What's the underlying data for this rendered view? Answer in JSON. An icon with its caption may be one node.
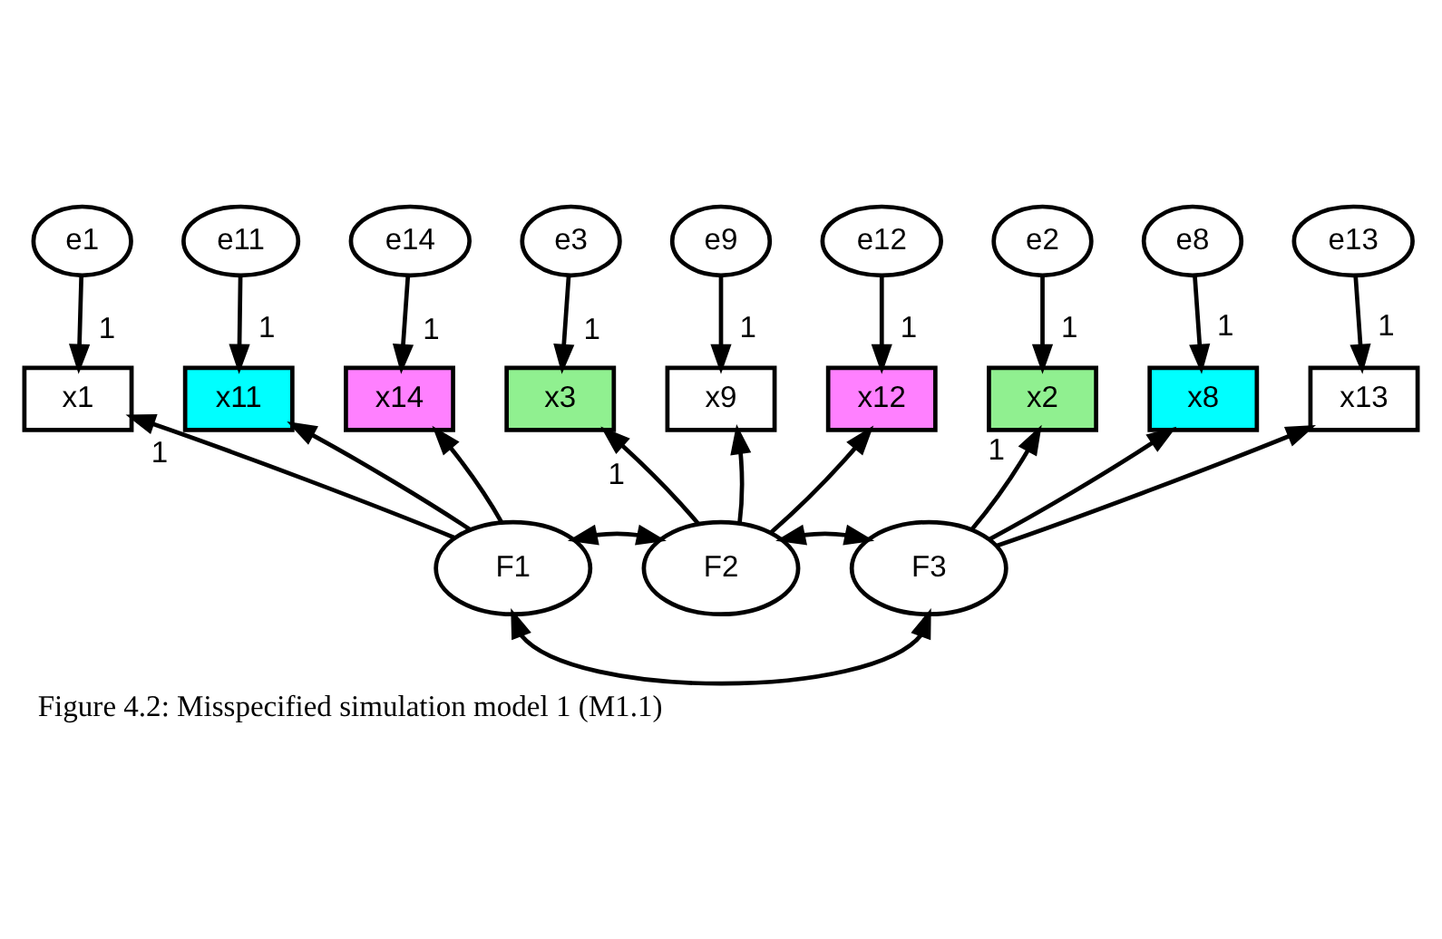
{
  "diagram": {
    "caption": "Figure 4.2: Misspecified simulation model 1 (M1.1)",
    "nodes": [
      {
        "text": [
          "e1"
        ]
      },
      {
        "text": [
          "e11"
        ]
      },
      {
        "text": [
          "e14"
        ]
      },
      {
        "text": [
          "e3"
        ]
      },
      {
        "text": [
          "e9"
        ]
      },
      {
        "text": [
          "e12"
        ]
      },
      {
        "text": [
          "e2"
        ]
      },
      {
        "text": [
          "e8"
        ]
      },
      {
        "text": [
          "e13"
        ]
      },
      {
        "text": [
          "x1"
        ]
      },
      {
        "text": [
          "x11"
        ]
      },
      {
        "text": [
          "x14"
        ]
      },
      {
        "text": [
          "x3"
        ]
      },
      {
        "text": [
          "x9"
        ]
      },
      {
        "text": [
          "x12"
        ]
      },
      {
        "text": [
          "x2"
        ]
      },
      {
        "text": [
          "x8"
        ]
      },
      {
        "text": [
          "x13"
        ]
      },
      {
        "text": [
          "F1"
        ]
      },
      {
        "text": [
          "F2"
        ]
      },
      {
        "text": [
          "F3"
        ]
      }
    ],
    "edges": [
      {
        "from": 0,
        "to": 9,
        "arrow": "to",
        "label": "1"
      },
      {
        "from": 1,
        "to": 10,
        "arrow": "to",
        "label": "1"
      },
      {
        "from": 2,
        "to": 11,
        "arrow": "to",
        "label": "1"
      },
      {
        "from": 3,
        "to": 12,
        "arrow": "to",
        "label": "1"
      },
      {
        "from": 4,
        "to": 13,
        "arrow": "to",
        "label": "1"
      },
      {
        "from": 5,
        "to": 14,
        "arrow": "to",
        "label": "1"
      },
      {
        "from": 6,
        "to": 15,
        "arrow": "to",
        "label": "1"
      },
      {
        "from": 7,
        "to": 16,
        "arrow": "to",
        "label": "1"
      },
      {
        "from": 8,
        "to": 17,
        "arrow": "to",
        "label": "1"
      },
      {
        "from": 18,
        "to": 9,
        "arrow": "to",
        "label": "1"
      },
      {
        "from": 18,
        "to": 10,
        "arrow": "to"
      },
      {
        "from": 18,
        "to": 11,
        "arrow": "to"
      },
      {
        "from": 19,
        "to": 12,
        "arrow": "to",
        "label": "1"
      },
      {
        "from": 19,
        "to": 13,
        "arrow": "to"
      },
      {
        "from": 19,
        "to": 14,
        "arrow": "to"
      },
      {
        "from": 20,
        "to": 15,
        "arrow": "to",
        "label": "1"
      },
      {
        "from": 20,
        "to": 16,
        "arrow": "to"
      },
      {
        "from": 20,
        "to": 17,
        "arrow": "to"
      },
      {
        "from": 18,
        "to": 19,
        "arrow": "both"
      },
      {
        "from": 19,
        "to": 20,
        "arrow": "both"
      },
      {
        "from": 18,
        "to": 20,
        "arrow": "both"
      }
    ]
  }
}
